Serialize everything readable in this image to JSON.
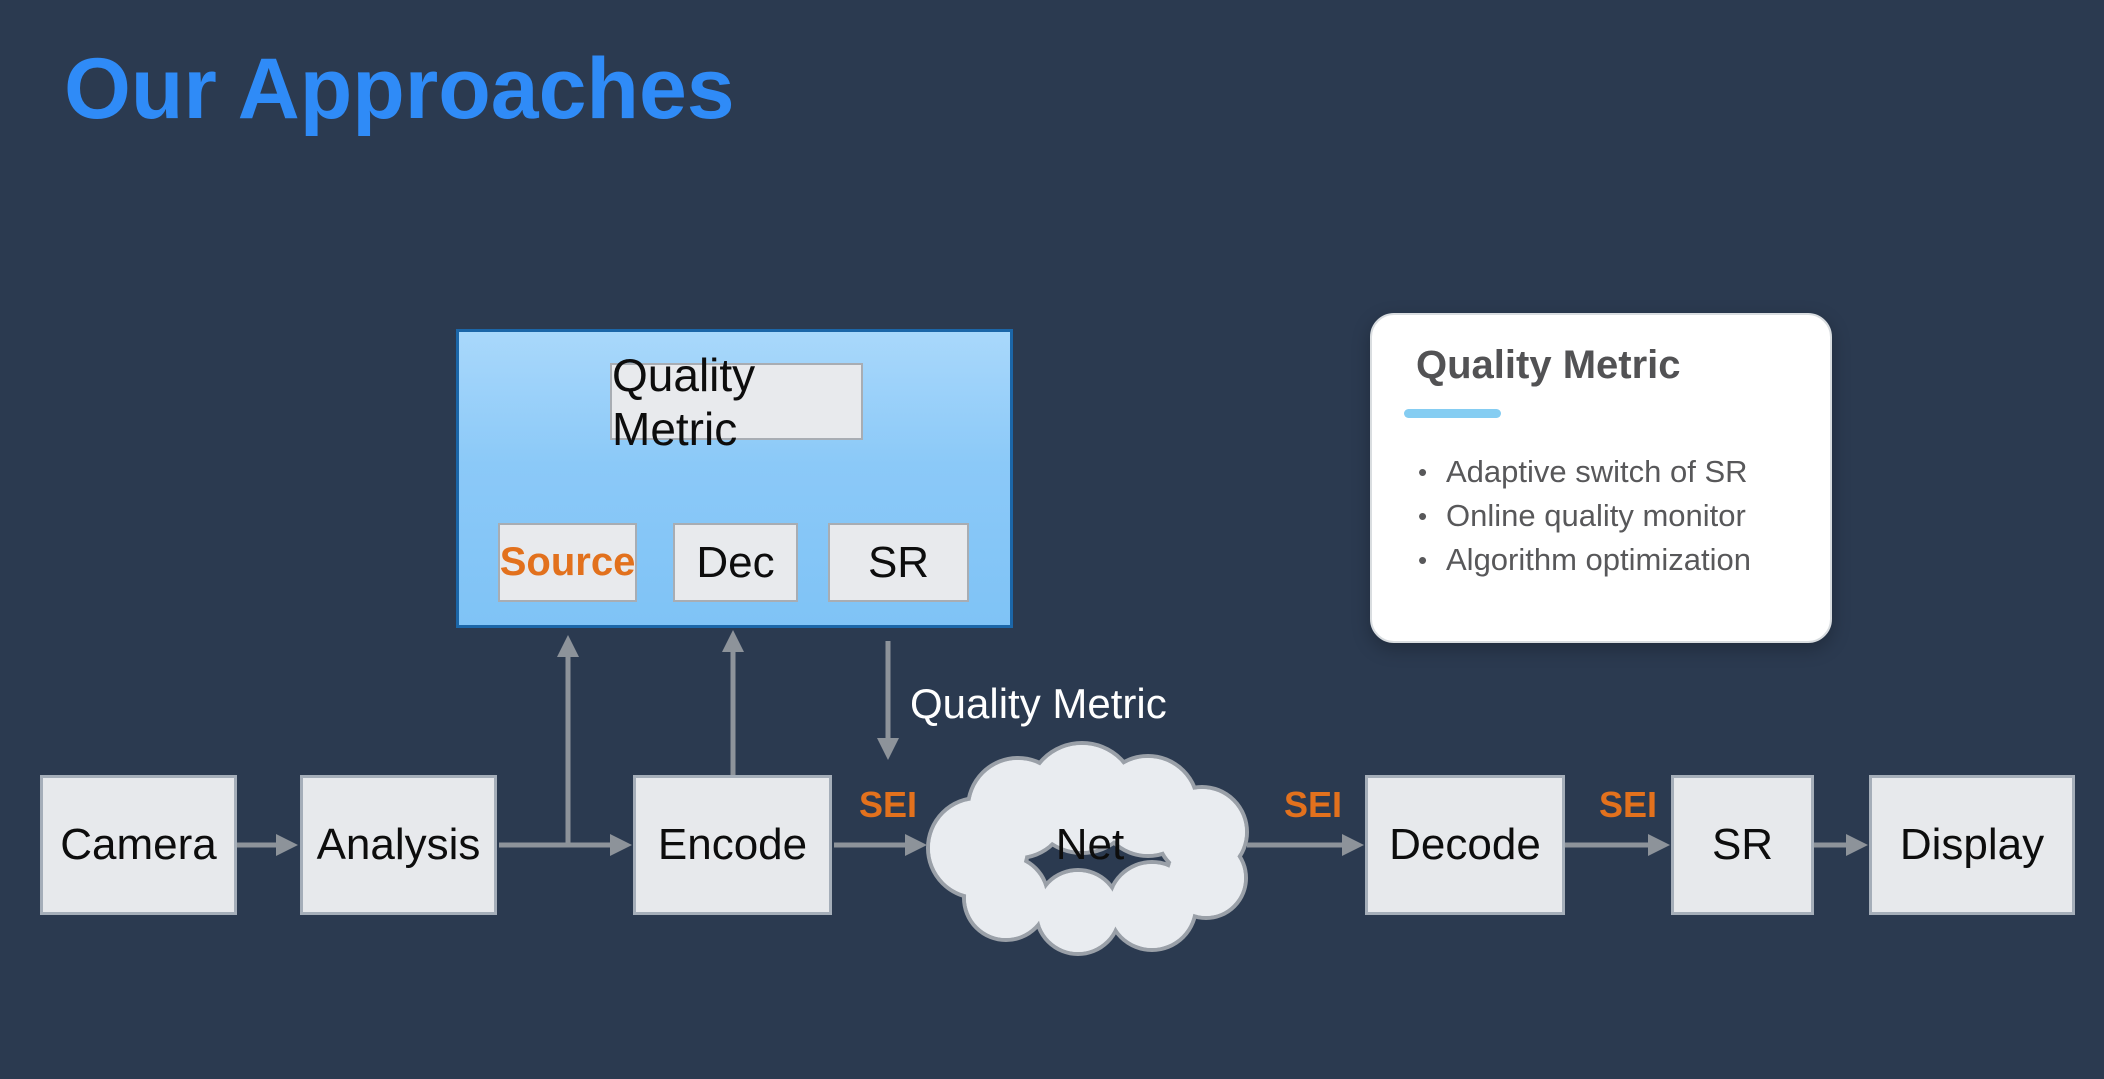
{
  "slide": {
    "title": "Our Approaches"
  },
  "colors": {
    "background": "#2b3a50",
    "title_blue": "#2f8bf7",
    "panel_fill_blue": "#8bc9f8",
    "panel_border_blue": "#1b66a8",
    "feedback_arrow_blue": "#1a73e8",
    "gray_arrow": "#8d939a",
    "node_fill": "#e8eaed",
    "sei_orange": "#e2711d",
    "card_underline_blue": "#85cdf2",
    "card_text_gray": "#58585a"
  },
  "feedback_panel": {
    "quality_metric": "Quality Metric",
    "source": "Source",
    "dec": "Dec",
    "sr": "SR"
  },
  "pipeline": {
    "camera": "Camera",
    "analysis": "Analysis",
    "encode": "Encode",
    "net": "Net",
    "decode": "Decode",
    "sr": "SR",
    "display": "Display"
  },
  "labels": {
    "sei_encode_net": "SEI",
    "sei_net_decode": "SEI",
    "sei_decode_sr": "SEI",
    "quality_metric_flow": "Quality Metric"
  },
  "card": {
    "title": "Quality Metric",
    "bullet": "•",
    "bullets": [
      "Adaptive switch of SR",
      "Online quality monitor",
      "Algorithm optimization"
    ]
  }
}
